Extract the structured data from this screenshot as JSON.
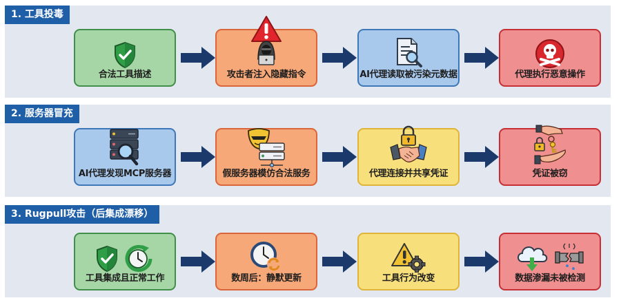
{
  "colors": {
    "panel_bg": "#e3e8f0",
    "title_bg": "#1f5fa8",
    "arrow": "#1b3a6b",
    "green": "#a6d5a6",
    "orange": "#f6a878",
    "blue": "#a8c8ec",
    "yellow": "#f7df7c",
    "red": "#ef8f8f"
  },
  "sections": [
    {
      "title": "1. 工具投毒",
      "steps": [
        {
          "label": "合法工具描述",
          "color": "green",
          "icons": [
            "shield-check-icon"
          ]
        },
        {
          "label": "攻击者注入隐藏指令",
          "color": "orange",
          "icons": [
            "warning-triangle-icon",
            "hooded-hacker-laptop-icon"
          ]
        },
        {
          "label": "AI代理读取被污染元数据",
          "color": "blue",
          "icons": [
            "document-magnifier-icon"
          ]
        },
        {
          "label": "代理执行恶意操作",
          "color": "red",
          "icons": [
            "skull-crossbones-icon"
          ]
        }
      ]
    },
    {
      "title": "2. 服务器冒充",
      "steps": [
        {
          "label": "AI代理发现MCP服务器",
          "color": "blue",
          "icons": [
            "server-stack-magnifier-icon"
          ]
        },
        {
          "label": "假服务器模仿合法服务",
          "color": "orange",
          "icons": [
            "mask-server-icon"
          ]
        },
        {
          "label": "代理连接并共享凭证",
          "color": "yellow",
          "icons": [
            "padlock-handshake-icon"
          ]
        },
        {
          "label": "凭证被窃",
          "color": "red",
          "icons": [
            "hand-key-theft-icon"
          ]
        }
      ]
    },
    {
      "title": "3. Rugpull攻击（后集成漂移）",
      "steps": [
        {
          "label": "工具集成且正常工作",
          "color": "green",
          "icons": [
            "shield-check-icon",
            "clock-cycle-icon"
          ]
        },
        {
          "label": "数周后：静默更新",
          "color": "orange",
          "icons": [
            "clock-sync-icon"
          ]
        },
        {
          "label": "工具行为改变",
          "color": "yellow",
          "icons": [
            "warning-gear-icon"
          ]
        },
        {
          "label": "数据渗漏未被检测",
          "color": "red",
          "icons": [
            "cloud-download-icon",
            "broken-pipe-leak-icon"
          ]
        }
      ]
    }
  ]
}
